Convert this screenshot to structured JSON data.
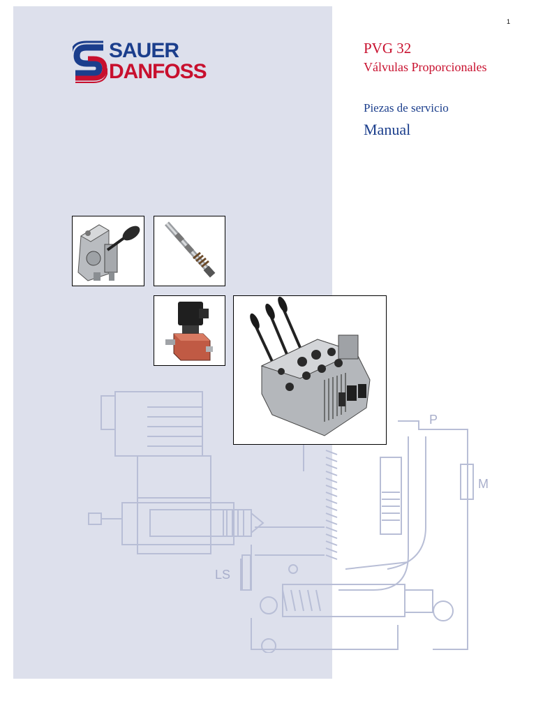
{
  "page_number": "1",
  "logo": {
    "line1": "SAUER",
    "line2": "DANFOSS",
    "colors": {
      "blue": "#1b3e8c",
      "red": "#c8102e"
    }
  },
  "title": {
    "product": "PVG 32",
    "subtitle": "Válvulas Proporcionales",
    "service": "Piezas de servicio",
    "manual": "Manual"
  },
  "photos": [
    {
      "name": "lever-actuator-photo",
      "icon": "lever-actuator-icon"
    },
    {
      "name": "spool-photo",
      "icon": "spool-icon"
    },
    {
      "name": "solenoid-valve-photo",
      "icon": "solenoid-icon"
    },
    {
      "name": "valve-block-photo",
      "icon": "valve-block-icon"
    }
  ],
  "drawing_labels": {
    "p": "P",
    "m": "M",
    "ls": "LS"
  },
  "colors": {
    "panel": "#dde0ec",
    "drawing_line": "#b8bed6"
  }
}
